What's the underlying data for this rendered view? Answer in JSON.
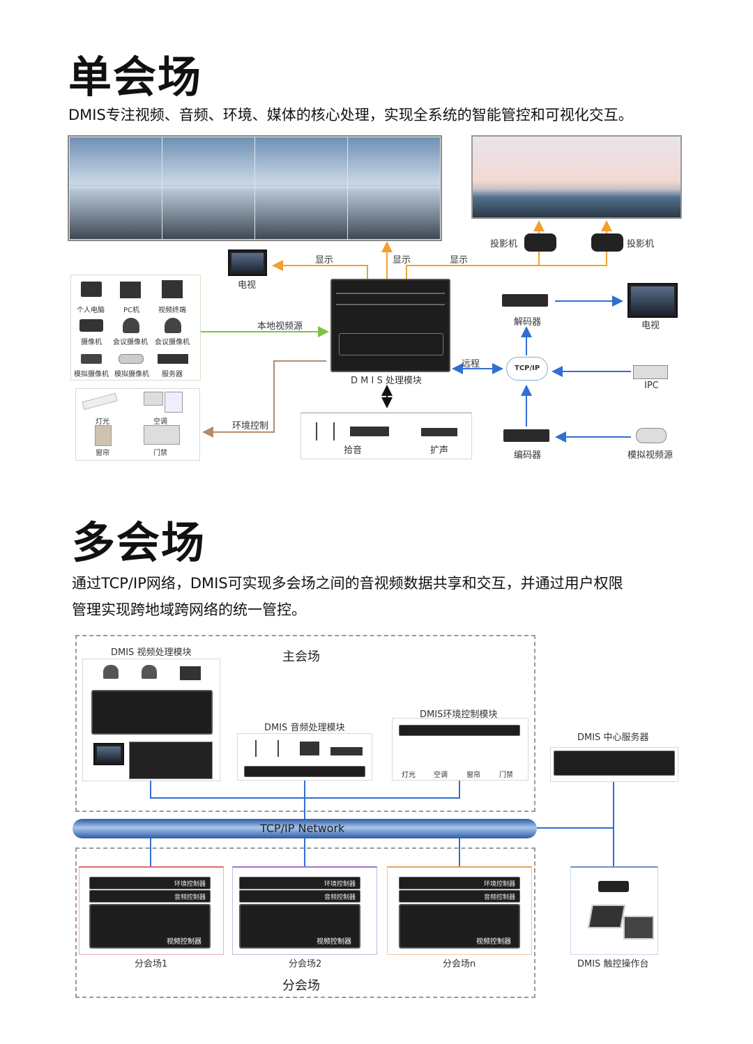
{
  "single": {
    "title": "单会场",
    "desc": "DMIS专注视频、音频、环境、媒体的核心处理，实现全系统的智能管控和可视化交互。",
    "labels": {
      "display1": "显示",
      "display2": "显示",
      "display3": "显示",
      "projector_left": "投影机",
      "projector_right": "投影机",
      "tv_top": "电视",
      "local_video": "本地视频源",
      "remote": "远程",
      "env_control": "环境控制",
      "processor": "D M I S 处理模块",
      "decoder": "解码器",
      "tv_right": "电视",
      "tcpip": "TCP/IP",
      "ipc": "IPC",
      "encoder": "编码器",
      "analog_source": "模拟视频源",
      "pickup": "拾音",
      "amplify": "扩声"
    },
    "sources": [
      "个人电脑",
      "PC机",
      "视频终端",
      "摄像机",
      "会议摄像机",
      "会议摄像机",
      "模拟摄像机",
      "模拟摄像机",
      "服务器"
    ],
    "env_items": [
      "灯光",
      "空调",
      "窗帘",
      "门禁"
    ]
  },
  "multi": {
    "title": "多会场",
    "desc_line1": "通过TCP/IP网络，DMIS可实现多会场之间的音视频数据共享和交互，并通过用户权限",
    "desc_line2": "管理实现跨地域跨网络的统一管控。",
    "labels": {
      "video_module": "DMIS 视频处理模块",
      "main_venue": "主会场",
      "audio_module": "DMIS 音频处理模块",
      "env_module": "DMIS环境控制模块",
      "center_server": "DMIS 中心服务器",
      "network": "TCP/IP Network",
      "branch1": "分会场1",
      "branch2": "分会场2",
      "branchn": "分会场n",
      "branch_group": "分会场",
      "touch": "DMIS 触控操作台",
      "env_ctrl": "环境控制器",
      "audio_ctrl": "音频控制器",
      "video_ctrl": "视频控制器"
    },
    "env_items": [
      "灯光",
      "空调",
      "窗帘",
      "门禁"
    ]
  },
  "colors": {
    "orange": "#f0a030",
    "green": "#7dc244",
    "blue": "#2f6fd1",
    "brown": "#b58a6a",
    "pipe": "#2d5aa8"
  }
}
